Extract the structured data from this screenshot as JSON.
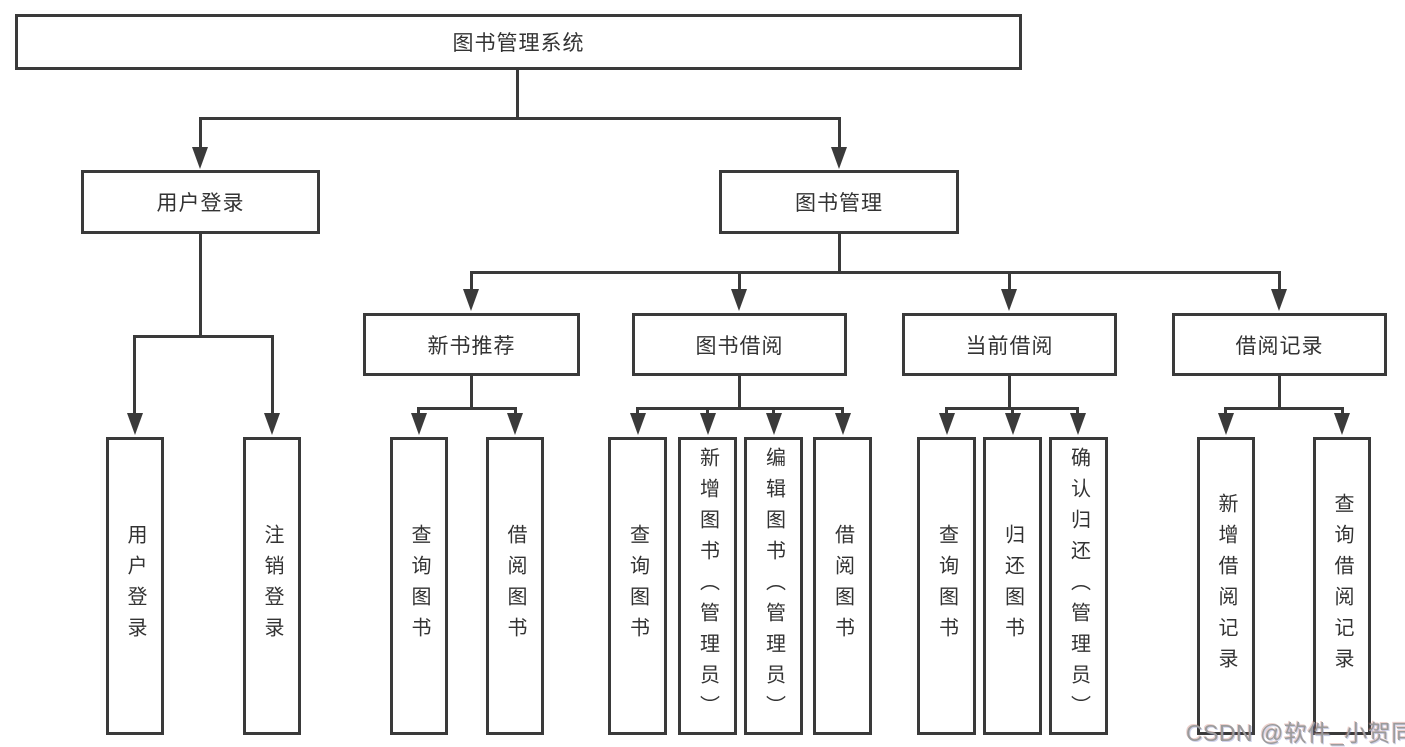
{
  "diagram": {
    "title": "图书管理系统",
    "level2": {
      "user_login": "用户登录",
      "book_management": "图书管理"
    },
    "level3": {
      "new_book_recommend": "新书推荐",
      "book_borrow": "图书借阅",
      "current_borrow": "当前借阅",
      "borrow_record": "借阅记录"
    },
    "leaves": {
      "user_login": [
        "用户登录",
        "注销登录"
      ],
      "new_book_recommend": [
        "查询图书",
        "借阅图书"
      ],
      "book_borrow": [
        "查询图书",
        "新增图书（管理员）",
        "编辑图书（管理员）",
        "借阅图书"
      ],
      "current_borrow": [
        "查询图书",
        "归还图书",
        "确认归还（管理员）"
      ],
      "borrow_record": [
        "新增借阅记录",
        "查询借阅记录"
      ]
    },
    "watermark": "CSDN @软件_小贺同学",
    "colors": {
      "line": "#3a3a3a",
      "text": "#333333",
      "watermark": "#9b9b9b",
      "background": "#ffffff"
    }
  }
}
